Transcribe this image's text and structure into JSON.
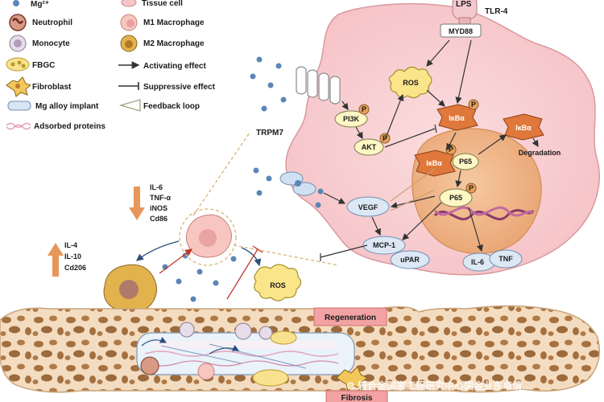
{
  "legend": {
    "mg": "Mg²⁺",
    "tissue_cell": "Tissue cell",
    "neutrophil": "Neutrophil",
    "m1": "M1 Macrophage",
    "monocyte": "Monocyte",
    "m2": "M2 Macrophage",
    "fbgc": "FBGC",
    "activating": "Activating effect",
    "fibroblast": "Fibroblast",
    "suppressive": "Suppressive effect",
    "implant": "Mg alloy implant",
    "feedback": "Feedback loop",
    "proteins": "Adsorbed proteins"
  },
  "receptors": {
    "lps": "LPS",
    "tlr4": "TLR-4",
    "myd88": "MYD88",
    "trpm7": "TRPM7"
  },
  "nodes": {
    "ros_top": "ROS",
    "pi3k": "PI3K",
    "akt": "AKT",
    "p": "P",
    "ikba_1": "IκBα",
    "ikba_2": "IκBα",
    "ikba_3": "IκBα",
    "p65_1": "P65",
    "p65_2": "P65",
    "degradation": "Degradation",
    "vegf": "VEGF",
    "mcp1": "MCP-1",
    "upar": "uPAR",
    "il6": "IL-6",
    "tnf": "TNF",
    "ros_bottom": "ROS"
  },
  "cytokines": {
    "m1_list": [
      "IL-6",
      "TNF-α",
      "iNOS",
      "Cd86"
    ],
    "m2_list": [
      "IL-4",
      "IL-10",
      "Cd206"
    ]
  },
  "outcomes": {
    "regeneration": "Regeneration",
    "fibrosis": "Fibrosis"
  },
  "watermark": "⚙ 轻合金国家工程研究中心国金业东卓请…",
  "colors": {
    "cell_body": "#f9d0d2",
    "nucleus": "#f2b98f",
    "ikba": "#e0783b",
    "node_fill": "#fff7c4",
    "mg_dot": "#5b86b6",
    "bone": "#f4dcc0",
    "bone_pore": "#9a6a3c",
    "regeneration": "#f2a2a2"
  }
}
